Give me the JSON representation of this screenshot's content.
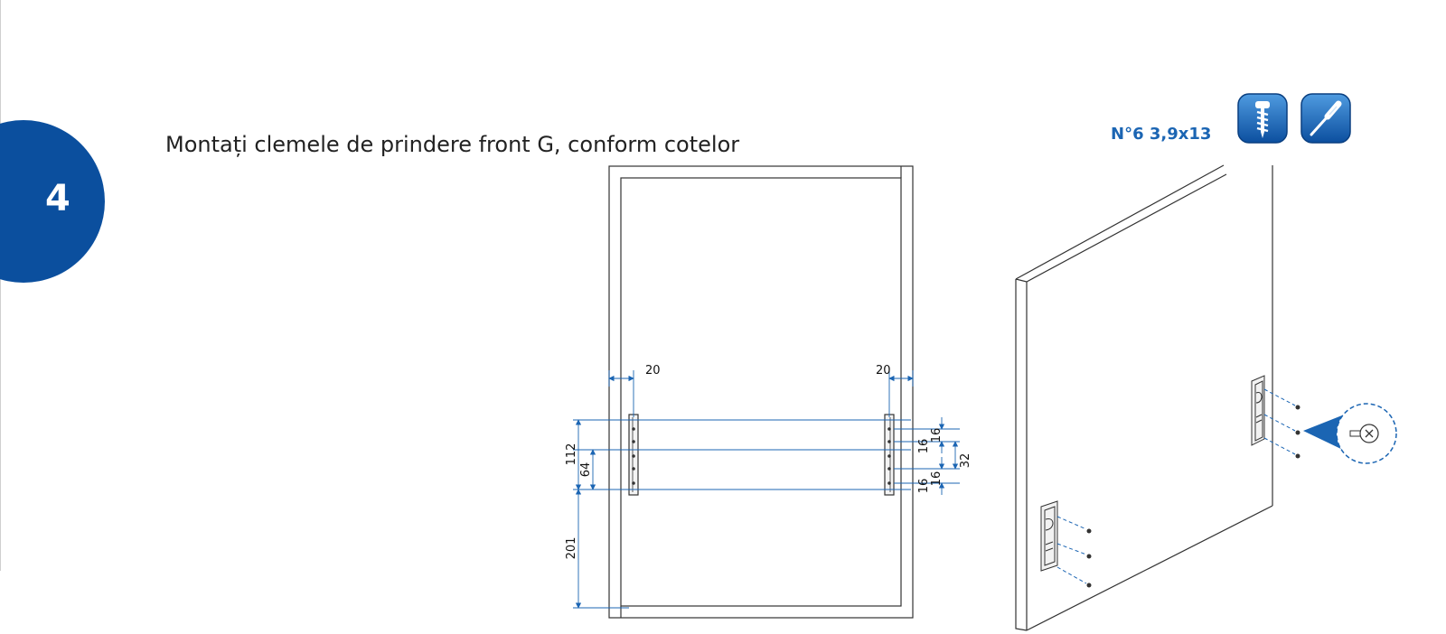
{
  "step": {
    "number": "4"
  },
  "instruction": "Montați clemele de prindere front G, conform cotelor",
  "hardware": {
    "screw_spec": "N°6  3,9x13",
    "icons": [
      "screw-icon",
      "screwdriver-icon"
    ],
    "icon_color": "#1b65b3"
  },
  "dimensions": {
    "left_offset": "20",
    "right_offset": "20",
    "height_112": "112",
    "height_64": "64",
    "height_201": "201",
    "spacing_16_a": "16",
    "spacing_16_b": "16",
    "spacing_32": "32",
    "spacing_16_c": "16",
    "spacing_16_d": "16"
  },
  "colors": {
    "accent": "#0b4f9e",
    "dimension_line": "#1b65b3",
    "outline": "#333333"
  }
}
